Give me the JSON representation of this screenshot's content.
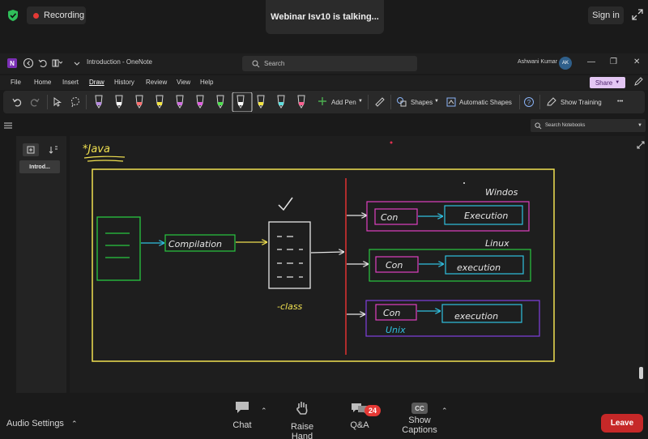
{
  "zoom": {
    "recording_label": "Recording",
    "talking_label": "Webinar Isv10 is talking...",
    "signin_label": "Sign in",
    "bottom": {
      "audio_settings": "Audio Settings",
      "chat": "Chat",
      "raise_hand": "Raise Hand",
      "qa": "Q&A",
      "qa_badge": "24",
      "show_captions": "Show Captions",
      "cc_label": "CC",
      "leave": "Leave"
    }
  },
  "onenote": {
    "app_logo": "N",
    "title": "Introduction  -  OneNote",
    "search_placeholder": "Search",
    "user_name": "Ashwani Kumar",
    "user_initials": "AK",
    "menu": [
      "File",
      "Home",
      "Insert",
      "Draw",
      "History",
      "Review",
      "View",
      "Help"
    ],
    "active_menu": "Draw",
    "share_label": "Share",
    "ribbon": {
      "add_pen": "Add Pen",
      "shapes": "Shapes",
      "automatic_shapes": "Automatic Shapes",
      "show_training": "Show Training",
      "more": "•••"
    },
    "pen_colors": [
      "#b78be0",
      "#ffffff",
      "#ff7070",
      "#f5e642",
      "#d070e0",
      "#e060e0",
      "#50e050",
      "#ffffff",
      "#f5e642",
      "#60e0e0",
      "#ff6090"
    ],
    "notebook_search_placeholder": "Search Notebooks",
    "page_tab": "Introd..."
  },
  "notes": {
    "heading": "*Java",
    "compilation": "Compilation",
    "class_label": "-class",
    "windows": "Windos",
    "linux": "Linux",
    "unix": "Unix",
    "con": "Con",
    "execution_top": "Execution",
    "execution_mid": "execution",
    "execution_bot": "execution"
  },
  "colors": {
    "accent_yellow": "#f0e050",
    "green": "#28c840",
    "cyan": "#30c0e0",
    "magenta": "#e040c0",
    "purple": "#8040e0",
    "red": "#e03030",
    "leave_red": "#c62828"
  }
}
